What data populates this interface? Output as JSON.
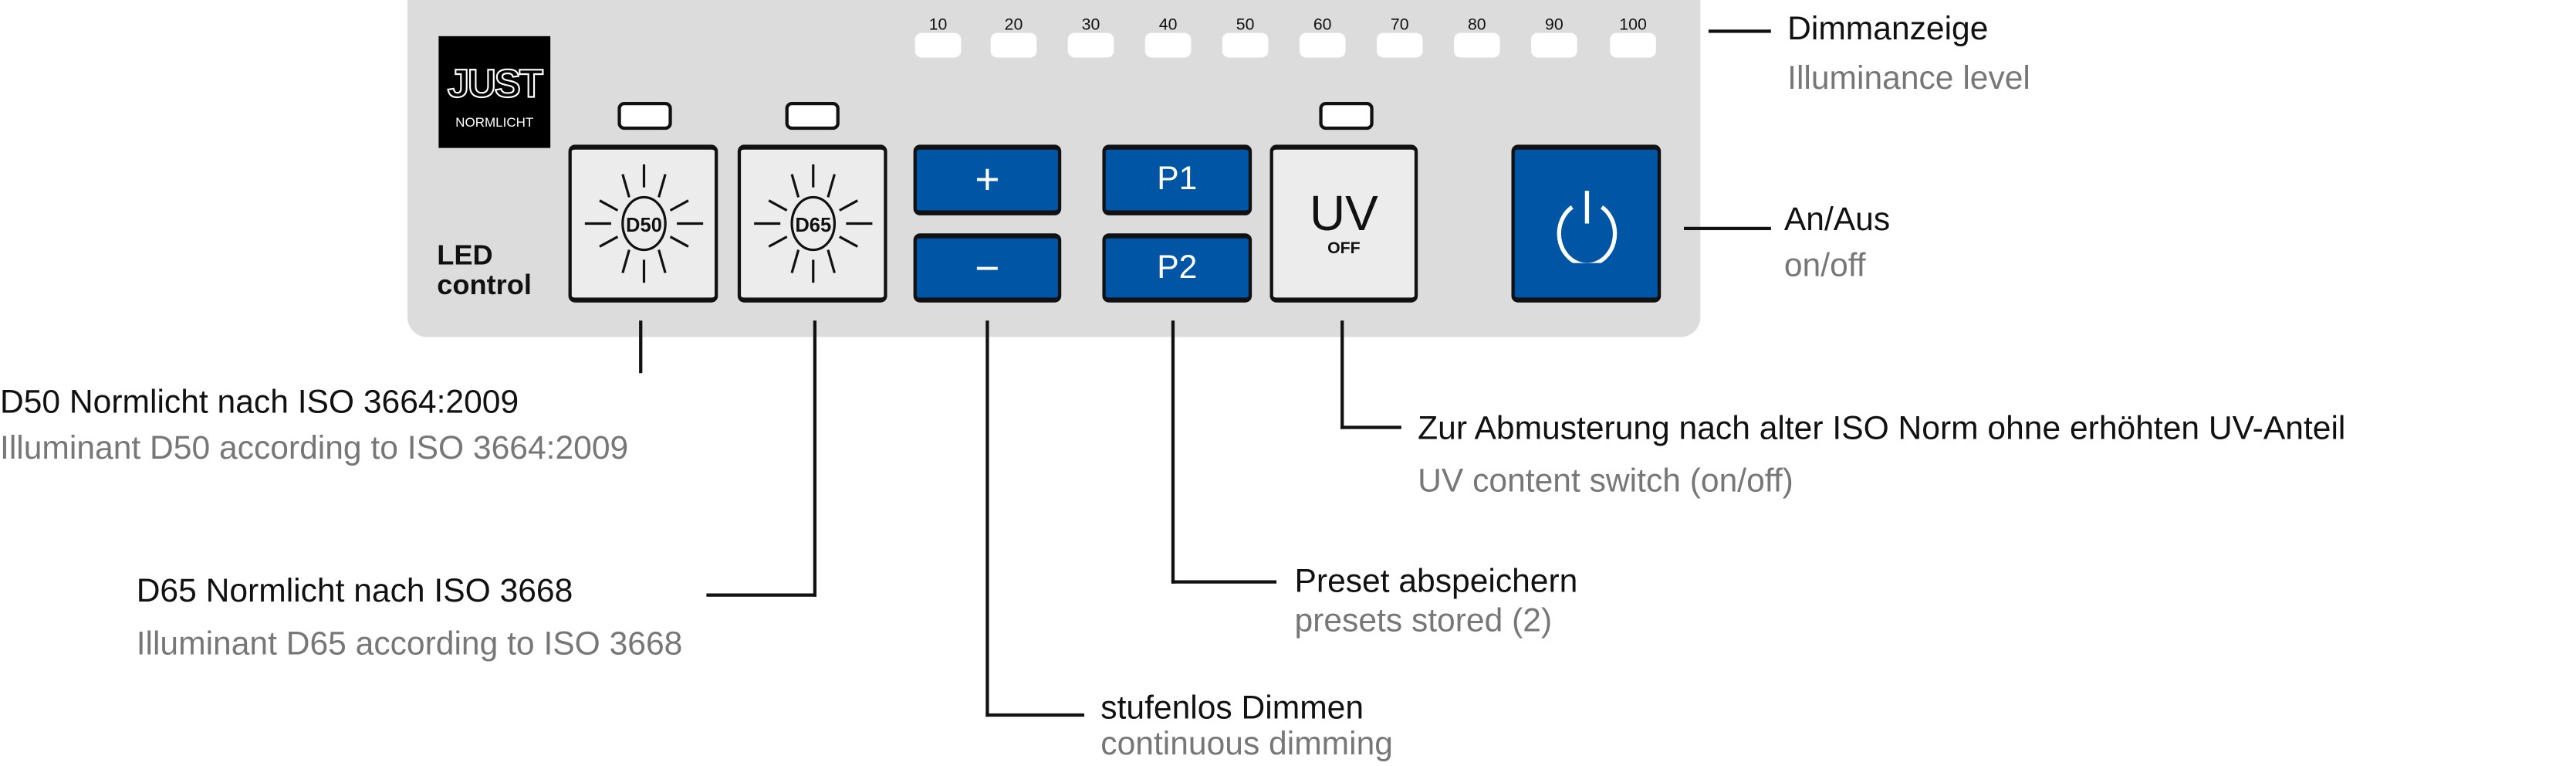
{
  "logo": {
    "brand": "JUST",
    "sub": "NORMLICHT"
  },
  "panel_label": {
    "line1": "LED",
    "line2": "control"
  },
  "level_scale": [
    "10",
    "20",
    "30",
    "40",
    "50",
    "60",
    "70",
    "80",
    "90",
    "100"
  ],
  "buttons": {
    "d50": "D50",
    "d65": "D65",
    "plus": "+",
    "minus": "−",
    "p1": "P1",
    "p2": "P2",
    "uv": "UV",
    "uv_state": "OFF",
    "power_icon": "power-icon"
  },
  "annotations": {
    "dimm": {
      "de": "Dimmanzeige",
      "en": "Illuminance level"
    },
    "power": {
      "de": "An/Aus",
      "en": "on/off"
    },
    "d50": {
      "de": "D50 Normlicht nach ISO 3664:2009",
      "en": "Illuminant D50 according to ISO 3664:2009"
    },
    "d65": {
      "de": "D65 Normlicht nach ISO 3668",
      "en": "Illuminant D65 according to ISO 3668"
    },
    "dimming": {
      "de": "stufenlos Dimmen",
      "en": "continuous dimming"
    },
    "preset": {
      "de": "Preset abspeichern",
      "en": "presets stored (2)"
    },
    "uv": {
      "de": "Zur Abmusterung nach alter ISO Norm ohne erhöhten UV-Anteil",
      "en": "UV content switch (on/off)"
    }
  },
  "colors": {
    "panel": "#dcdcdc",
    "blue": "#0055a5",
    "light_button": "#ececec",
    "secondary_text": "#777777"
  }
}
